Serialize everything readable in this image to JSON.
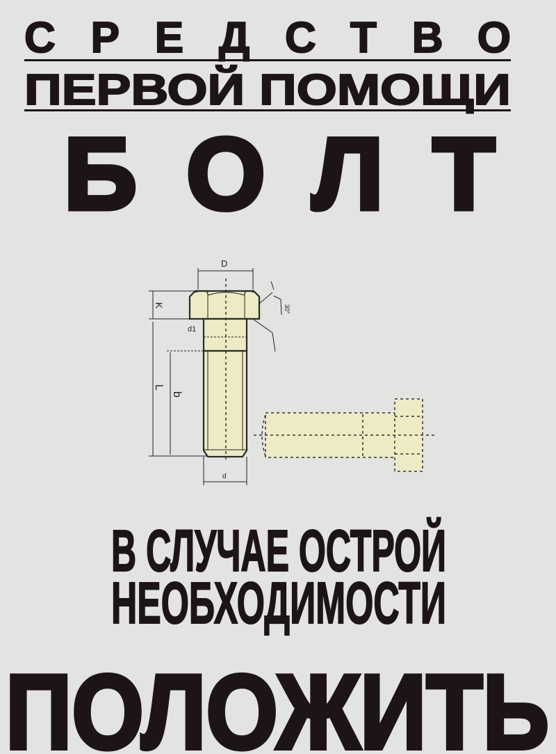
{
  "header": {
    "line1": "СРЕДСТВО",
    "line2": "ПЕРВОЙ ПОМОЩИ"
  },
  "title": "БОЛТ",
  "drawing": {
    "labels": {
      "D": "D",
      "K": "K",
      "d1": "d1",
      "L": "L",
      "b": "b",
      "d": "d",
      "angle": "30°"
    },
    "fill_color": "#ecebc4"
  },
  "instruction": {
    "line1": "В СЛУЧАЕ ОСТРОЙ",
    "line2": "НЕОБХОДИМОСТИ"
  },
  "action": "ПОЛОЖИТЬ",
  "colors": {
    "background": "#e3e3e1",
    "text": "#1c1416"
  }
}
